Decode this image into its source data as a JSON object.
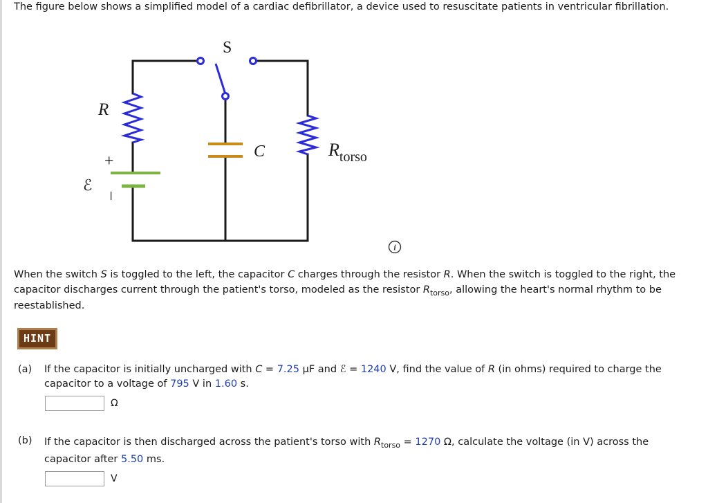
{
  "intro": "The figure below shows a simplified model of a cardiac defibrillator, a device used to resuscitate patients in ventricular fibrillation.",
  "figure": {
    "switch_label": "S",
    "resistor_label": "R",
    "capacitor_label": "C",
    "rtorso_label": "R",
    "rtorso_sub": "torso",
    "emf_label": "ℰ",
    "plus": "+",
    "minus": "–",
    "info_icon": "info-circle-icon",
    "colors": {
      "wire": "#1a1a1a",
      "resistor": "#2b2bd9",
      "capacitor": "#c98a1a",
      "battery": "#7cb342",
      "switch": "#2b2bd9"
    }
  },
  "description": {
    "p1": "When the switch ",
    "S": "S",
    "p2": " is toggled to the left, the capacitor ",
    "C": "C",
    "p3": " charges through the resistor ",
    "R": "R",
    "p4": ". When the switch is toggled to the right, the capacitor discharges current through the patient's torso, modeled as the resistor ",
    "Rt": "R",
    "Rt_sub": "torso",
    "p5": ", allowing the heart's normal rhythm to be reestablished."
  },
  "hint_label": "HINT",
  "question_a": {
    "label": "(a)",
    "t1": "If the capacitor is initially uncharged with ",
    "C": "C",
    "t2": " = ",
    "c_value": "7.25",
    "t3": " µF and ",
    "emf": "ℰ",
    "t4": " = ",
    "emf_value": "1240",
    "t5": " V, find the value of ",
    "R": "R",
    "t6": " (in ohms) required to charge the capacitor to a voltage of ",
    "v_value": "795",
    "t7": " V in ",
    "t_value": "1.60",
    "t8": " s.",
    "answer": "",
    "unit": "Ω"
  },
  "question_b": {
    "label": "(b)",
    "t1": "If the capacitor is then discharged across the patient's torso with ",
    "R": "R",
    "R_sub": "torso",
    "t2": " = ",
    "r_value": "1270",
    "t3": " Ω, calculate the voltage (in V) across the capacitor after ",
    "time_value": "5.50",
    "t4": " ms.",
    "answer": "",
    "unit": "V"
  }
}
